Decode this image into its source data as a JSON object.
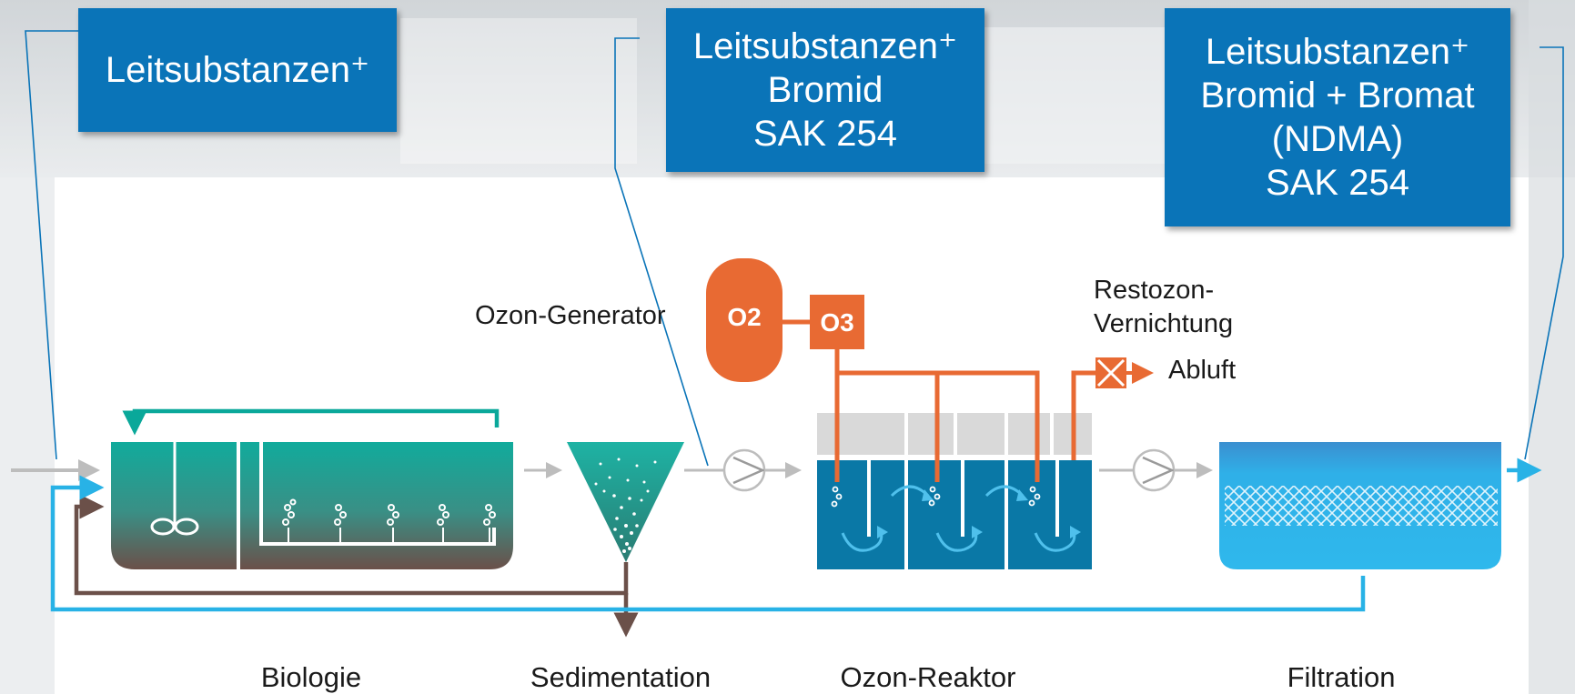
{
  "label_boxes": [
    {
      "lines": [
        "Leitsubstanzen⁺"
      ]
    },
    {
      "lines": [
        "Leitsubstanzen⁺",
        "Bromid",
        "SAK 254"
      ]
    },
    {
      "lines": [
        "Leitsubstanzen⁺",
        "Bromid + Bromat",
        "(NDMA)",
        "SAK 254"
      ]
    }
  ],
  "labels": {
    "ozon_generator": "Ozon-Generator",
    "restozon": "Restozon-",
    "vernichtung": "Vernichtung",
    "abluft": "Abluft",
    "o2": "O2",
    "o3": "O3"
  },
  "stages": {
    "biologie": "Biologie",
    "sedimentation": "Sedimentation",
    "ozon_reaktor": "Ozon-Reaktor",
    "filtration": "Filtration"
  },
  "colors": {
    "box_blue": "#0a74b8",
    "teal": "#0aa89a",
    "brown": "#6b5049",
    "light_blue": "#28b2e6",
    "dark_blue": "#0a78a6",
    "orange": "#e86a33",
    "grey": "#bdbdbd"
  }
}
